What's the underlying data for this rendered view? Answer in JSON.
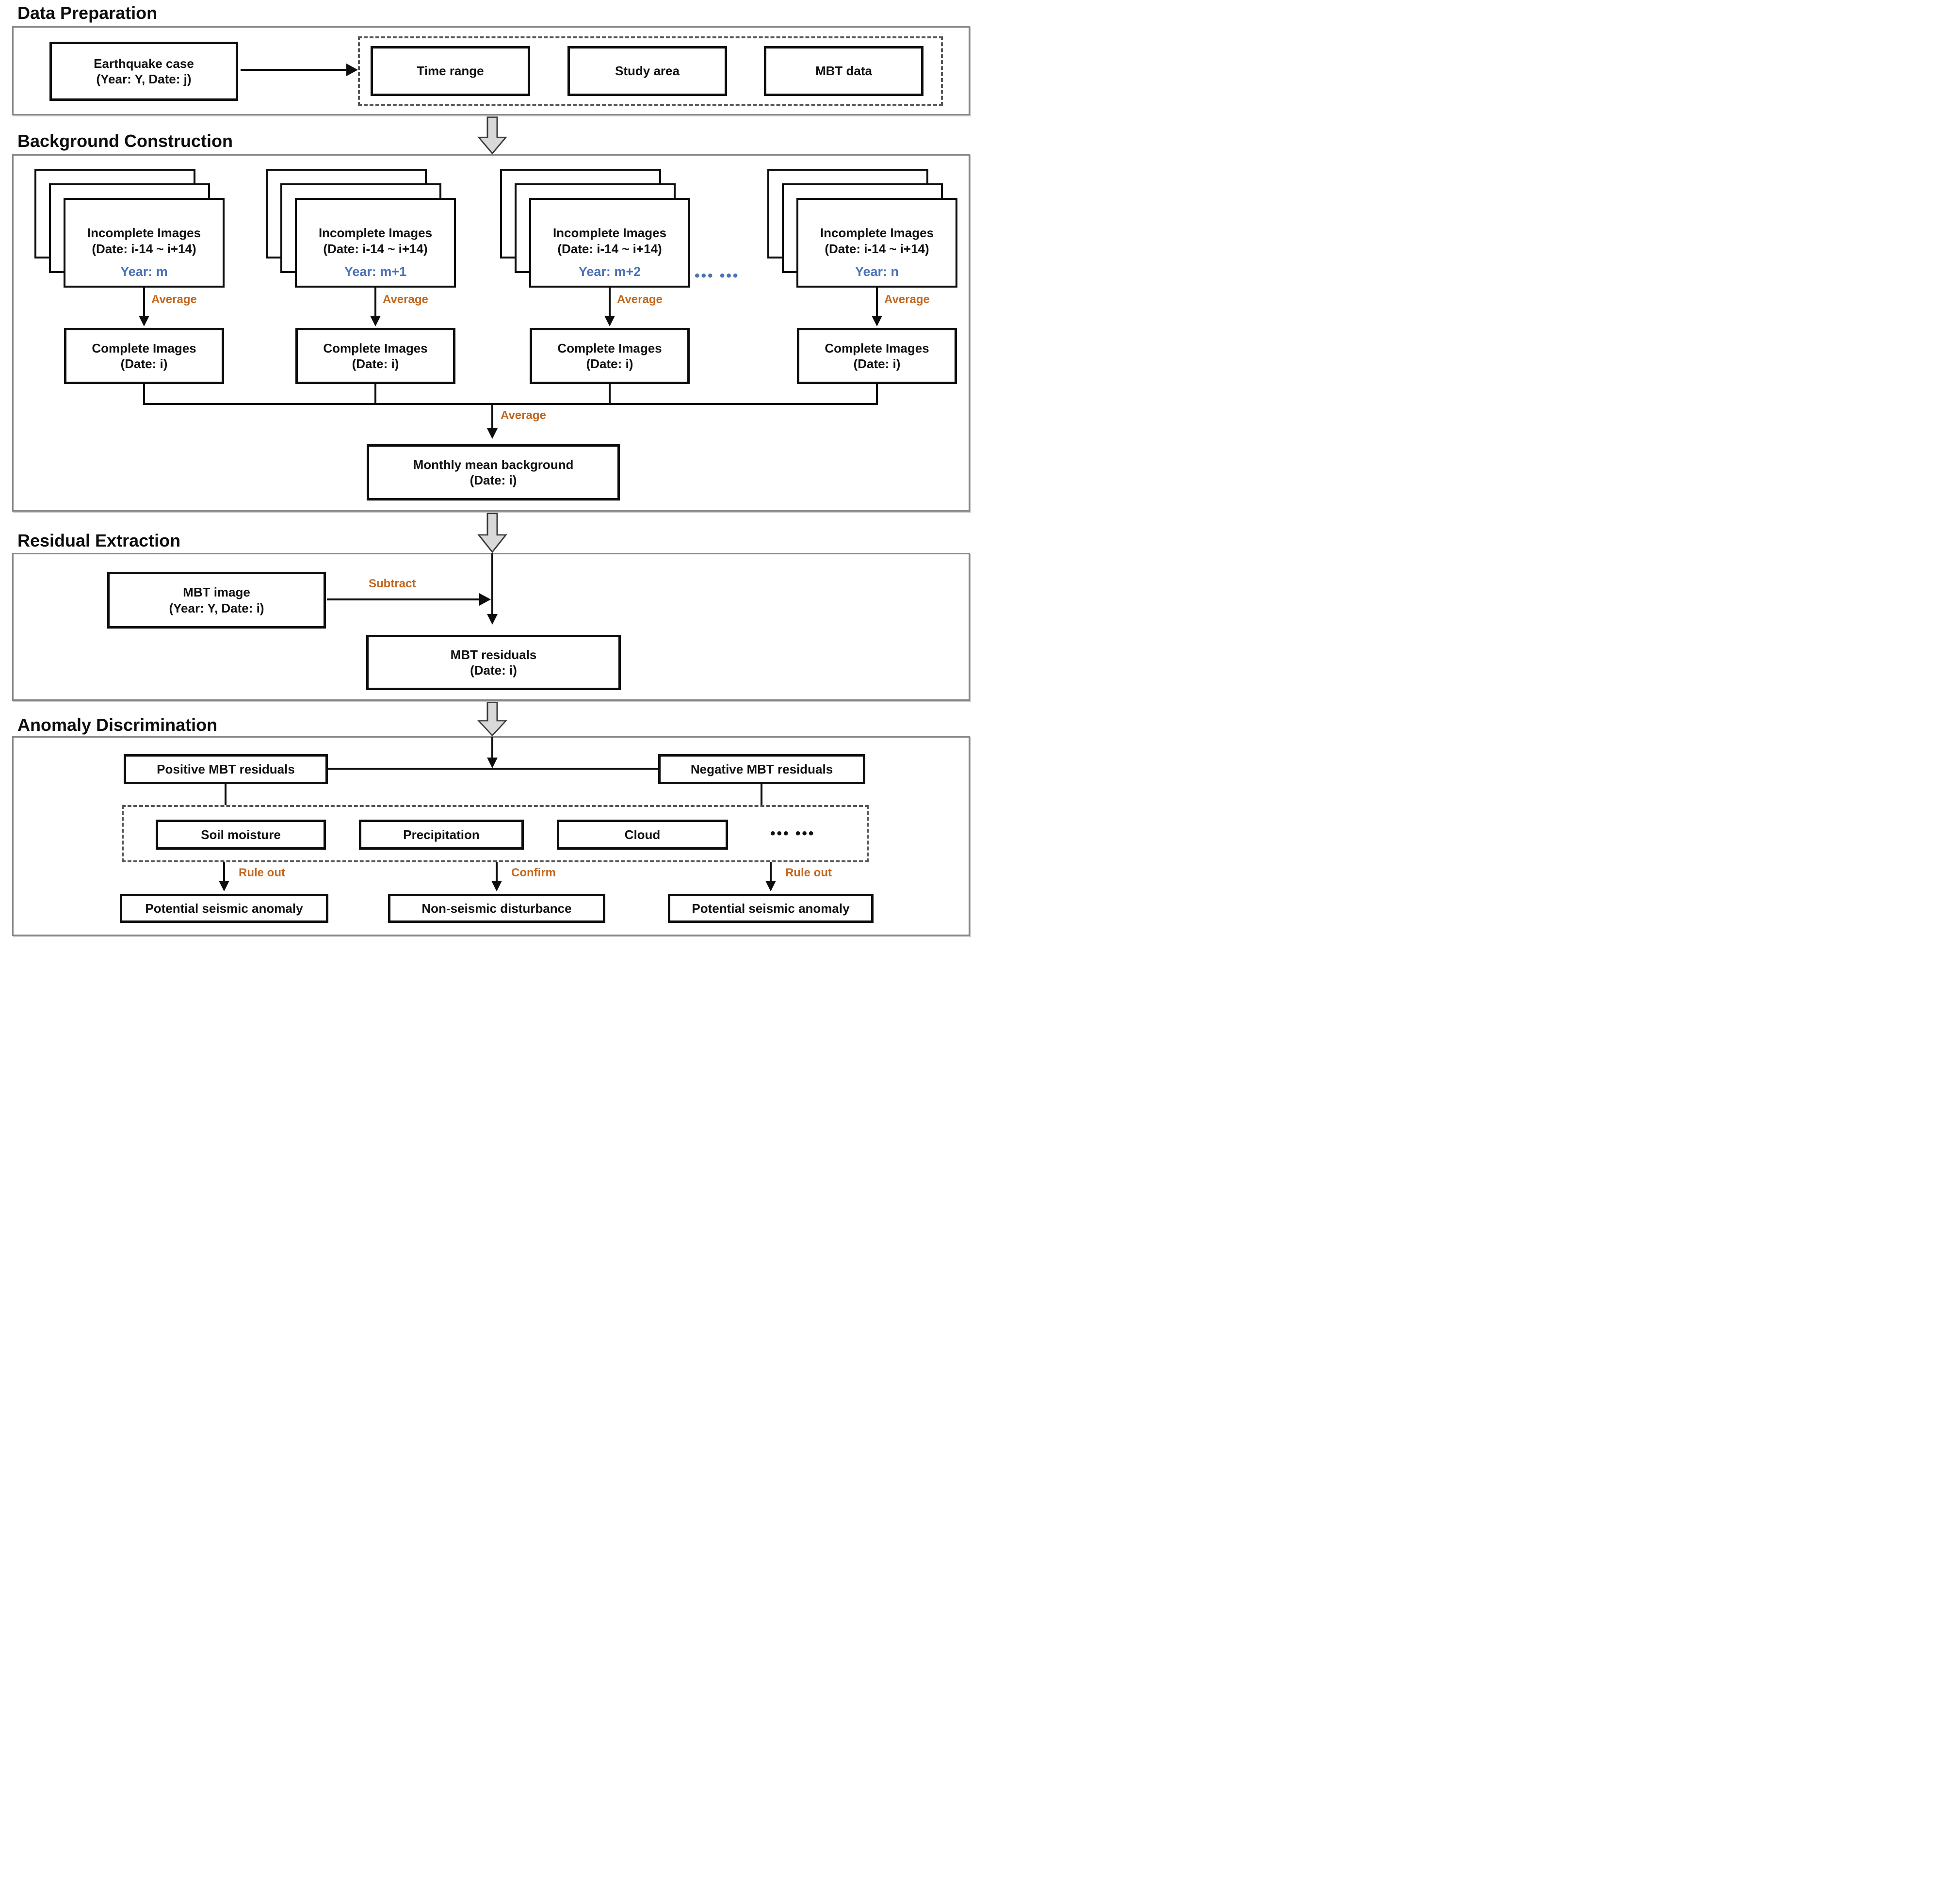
{
  "titles": {
    "s1": "Data Preparation",
    "s2": "Background Construction",
    "s3": "Residual Extraction",
    "s4": "Anomaly Discrimination"
  },
  "colors": {
    "year_blue": "#4a72b8",
    "label_orange": "#c2671f",
    "flow_arrow_fill": "#d9d9d9",
    "box_border": "#0d0d0d",
    "section_border": "#8a8a8a"
  },
  "s1": {
    "earthquake": {
      "line1": "Earthquake case",
      "line2": "(Year: Y, Date: j)"
    },
    "inputs": [
      "Time range",
      "Study area",
      "MBT data"
    ]
  },
  "s2": {
    "stacks": [
      {
        "line1": "Incomplete Images",
        "line2": "(Date: i-14 ~ i+14)",
        "year": "Year: m"
      },
      {
        "line1": "Incomplete Images",
        "line2": "(Date: i-14 ~ i+14)",
        "year": "Year: m+1"
      },
      {
        "line1": "Incomplete Images",
        "line2": "(Date: i-14 ~ i+14)",
        "year": "Year: m+2"
      },
      {
        "line1": "Incomplete Images",
        "line2": "(Date: i-14 ~ i+14)",
        "year": "Year: n"
      }
    ],
    "ellipsis": "••• •••",
    "average": "Average",
    "complete": {
      "line1": "Complete Images",
      "line2": "(Date: i)"
    },
    "monthly": {
      "line1": "Monthly mean background",
      "line2": "(Date: i)"
    }
  },
  "s3": {
    "mbt_image": {
      "line1": "MBT image",
      "line2": "(Year: Y, Date: i)"
    },
    "subtract": "Subtract",
    "residuals": {
      "line1": "MBT residuals",
      "line2": "(Date: i)"
    }
  },
  "s4": {
    "positive": "Positive MBT residuals",
    "negative": "Negative MBT residuals",
    "factors": [
      "Soil moisture",
      "Precipitation",
      "Cloud"
    ],
    "ellipsis": "••• •••",
    "rule_out": "Rule out",
    "confirm": "Confirm",
    "outcomes": [
      "Potential seismic anomaly",
      "Non-seismic disturbance",
      "Potential seismic anomaly"
    ]
  }
}
